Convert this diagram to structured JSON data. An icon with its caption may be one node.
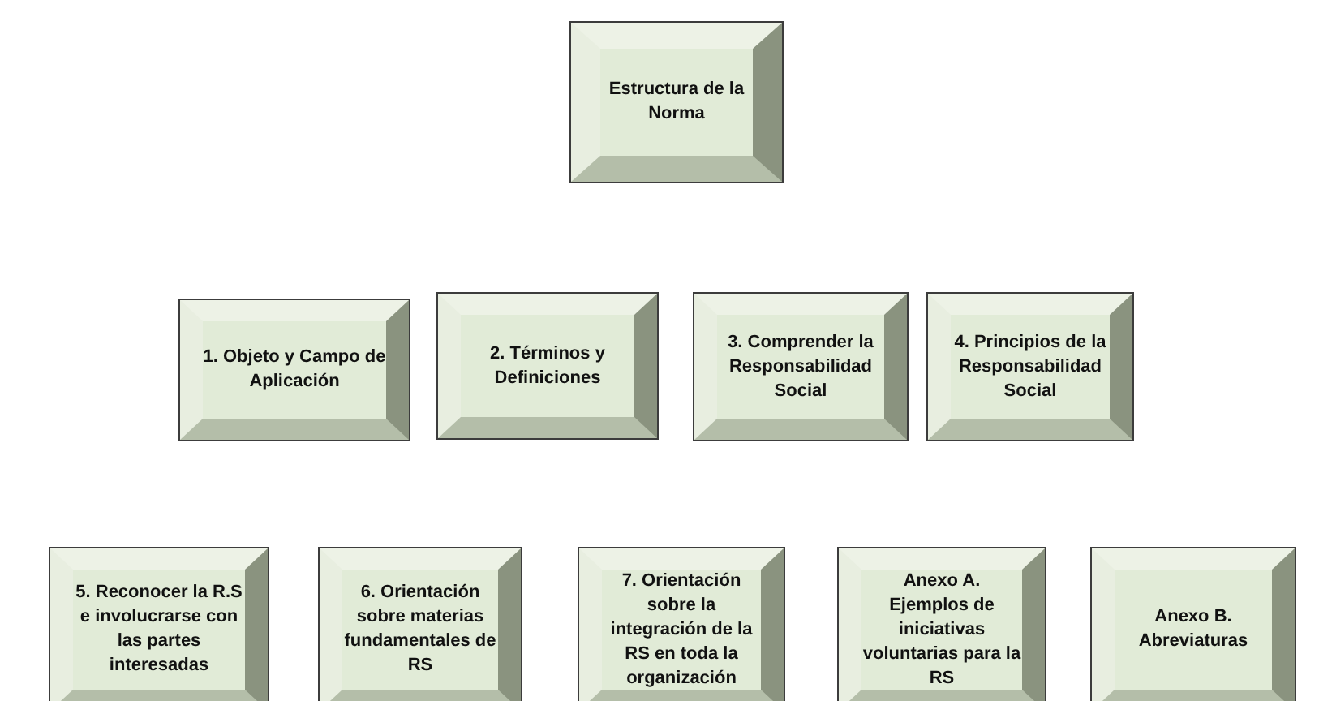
{
  "diagram": {
    "nodes": [
      {
        "text": [
          "Estructura de la Norma"
        ]
      },
      {
        "text": [
          "1. Objeto y Campo de Aplicación"
        ]
      },
      {
        "text": [
          "2. Términos y Definiciones"
        ]
      },
      {
        "text": [
          "3. Comprender la Responsabilidad Social"
        ]
      },
      {
        "text": [
          "4. Principios de la Responsabilidad Social"
        ]
      },
      {
        "text": [
          "5. Reconocer la R.S e involucrarse con las partes interesadas"
        ]
      },
      {
        "text": [
          "6. Orientación sobre materias fundamentales de RS"
        ]
      },
      {
        "text": [
          "7. Orientación sobre la integración de la RS en toda la organización"
        ]
      },
      {
        "text": [
          "Anexo A. Ejemplos de iniciativas voluntarias para la RS"
        ]
      },
      {
        "text": [
          "Anexo B. Abreviaturas"
        ]
      }
    ],
    "edges": []
  }
}
